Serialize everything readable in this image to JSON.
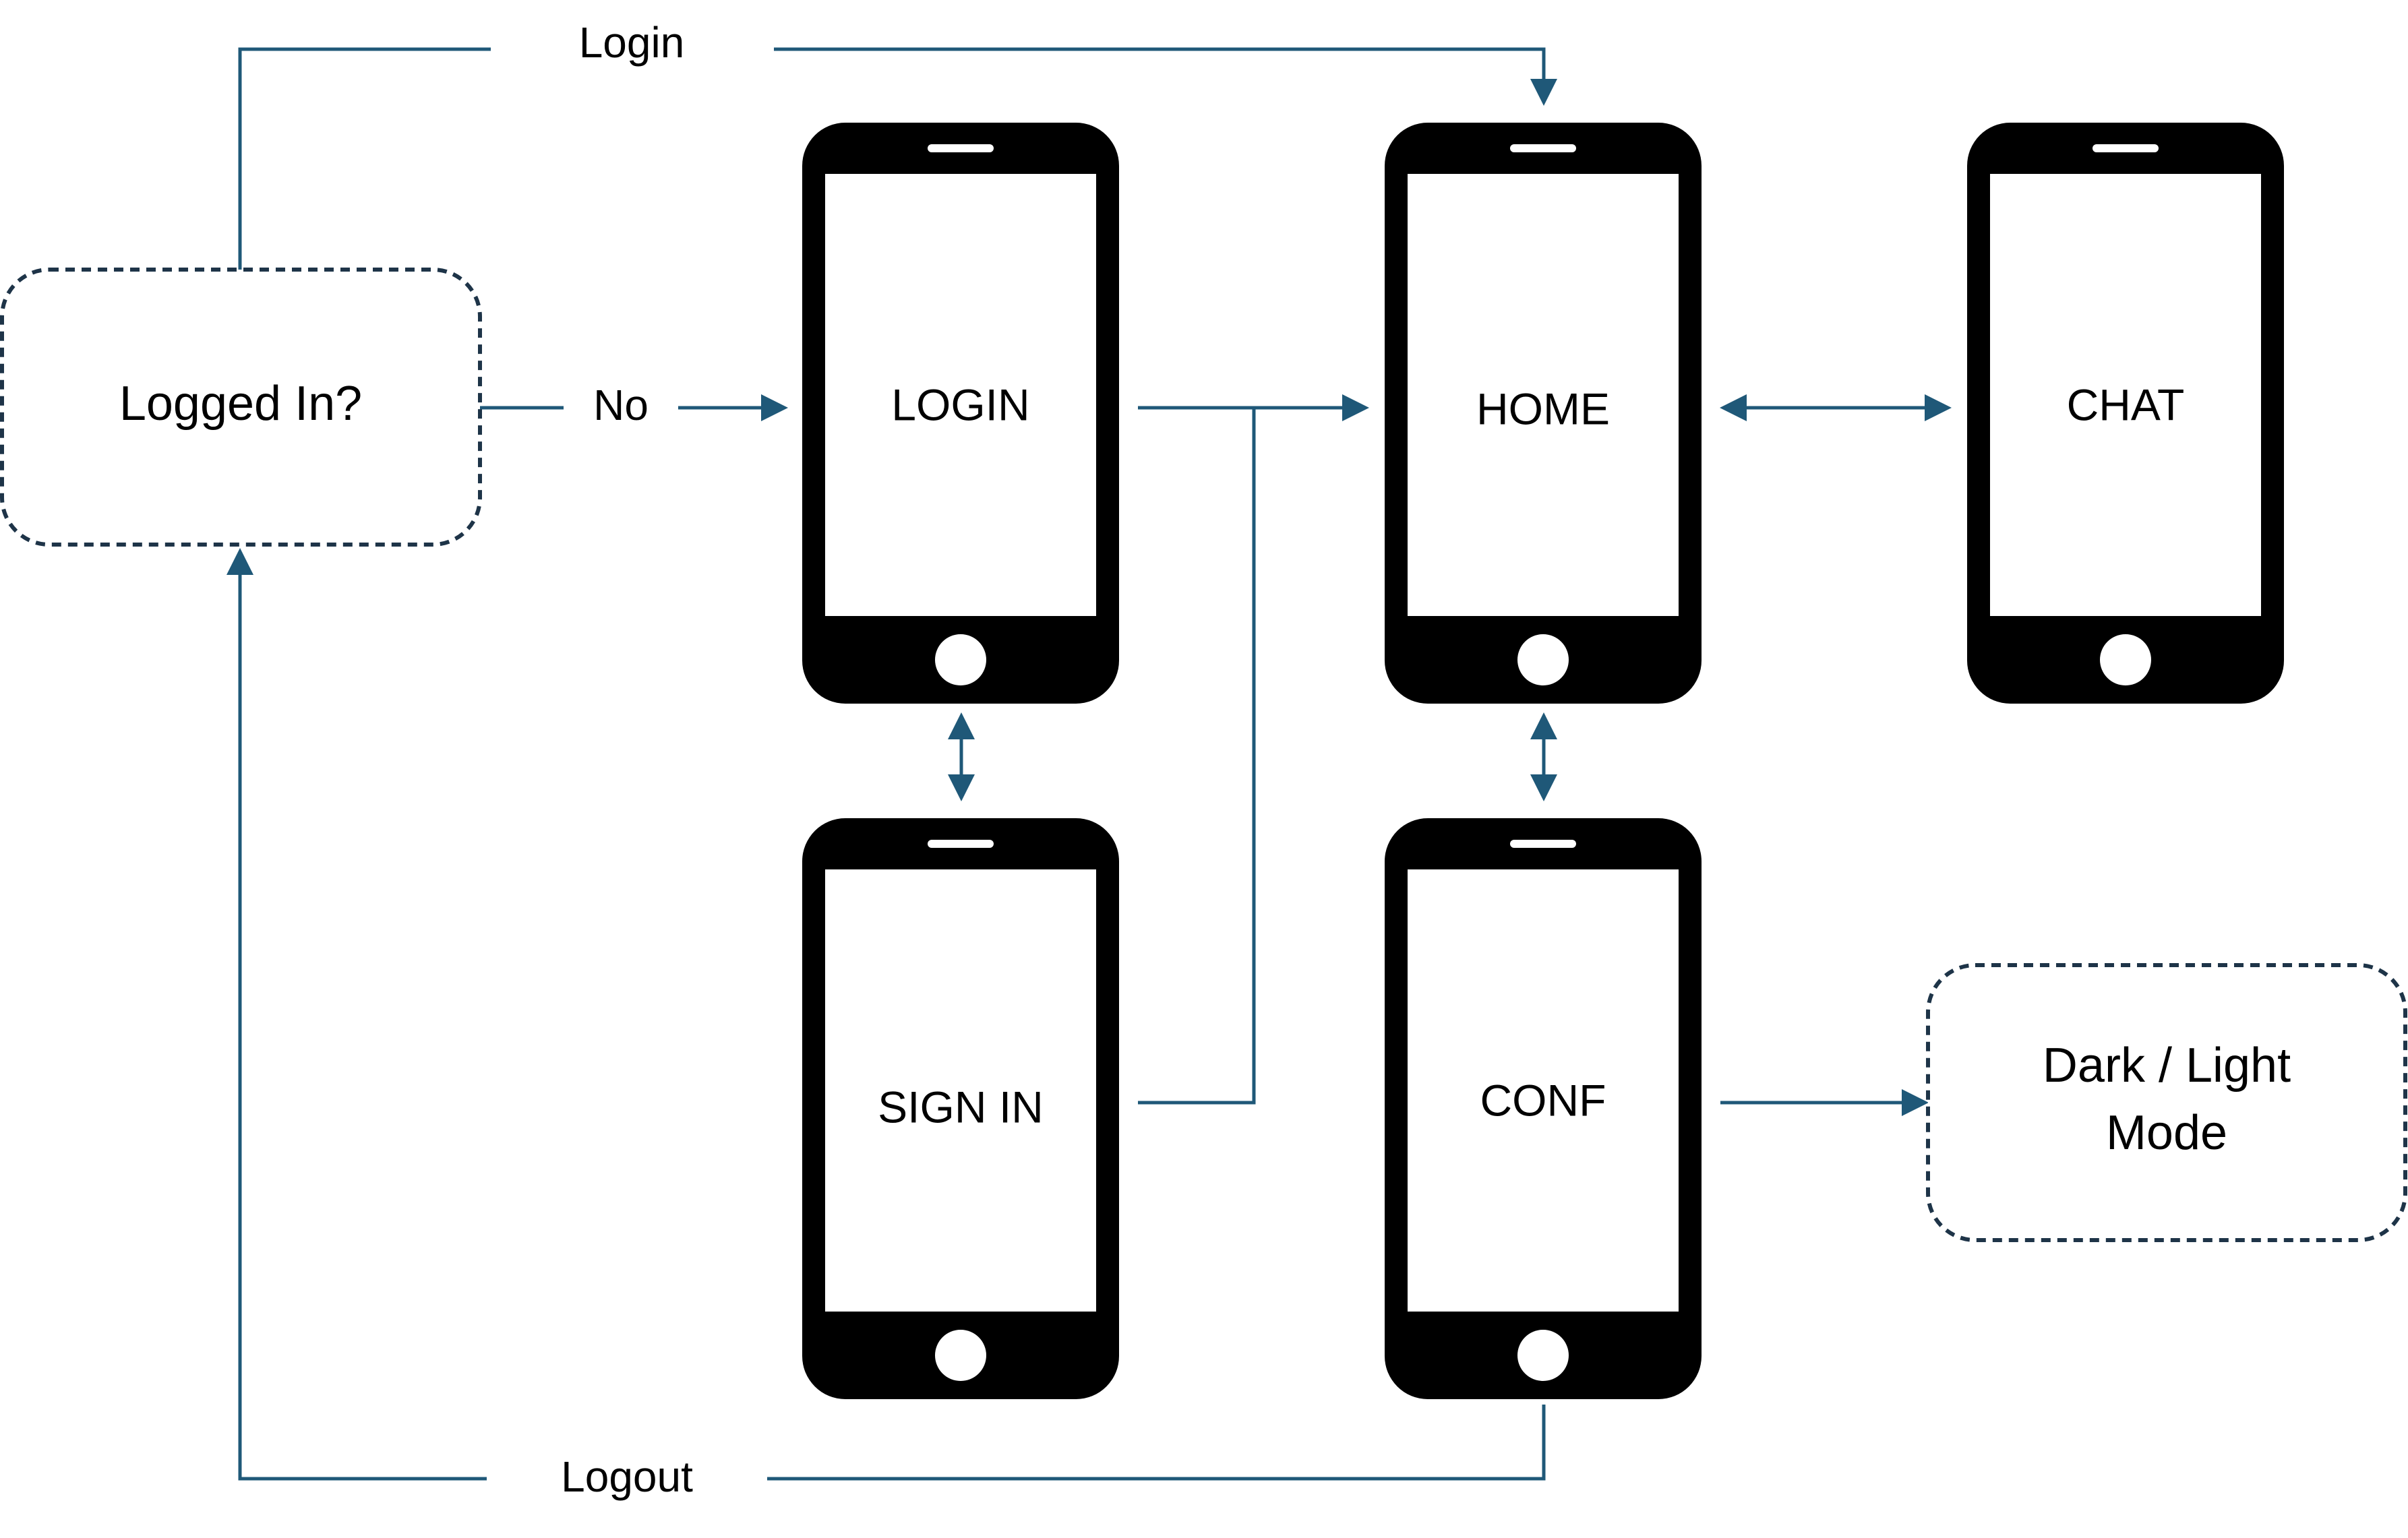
{
  "colors": {
    "connector": "#1f5878",
    "decision_border": "#1e3448",
    "phone_body": "#000000",
    "phone_screen": "#ffffff",
    "background": "#ffffff"
  },
  "decision_nodes": {
    "logged_in": {
      "label": "Logged In?"
    },
    "theme_mode": {
      "line1": "Dark / Light",
      "line2": "Mode"
    }
  },
  "screens": {
    "login": {
      "label": "LOGIN"
    },
    "home": {
      "label": "HOME"
    },
    "chat": {
      "label": "CHAT"
    },
    "sign_in": {
      "label": "SIGN IN"
    },
    "conf": {
      "label": "CONF"
    }
  },
  "edges": {
    "login_edge": {
      "label": "Login"
    },
    "no_edge": {
      "label": "No"
    },
    "logout_edge": {
      "label": "Logout"
    }
  },
  "icons": {
    "phone": "smartphone-icon",
    "arrowhead": "arrowhead-icon"
  }
}
